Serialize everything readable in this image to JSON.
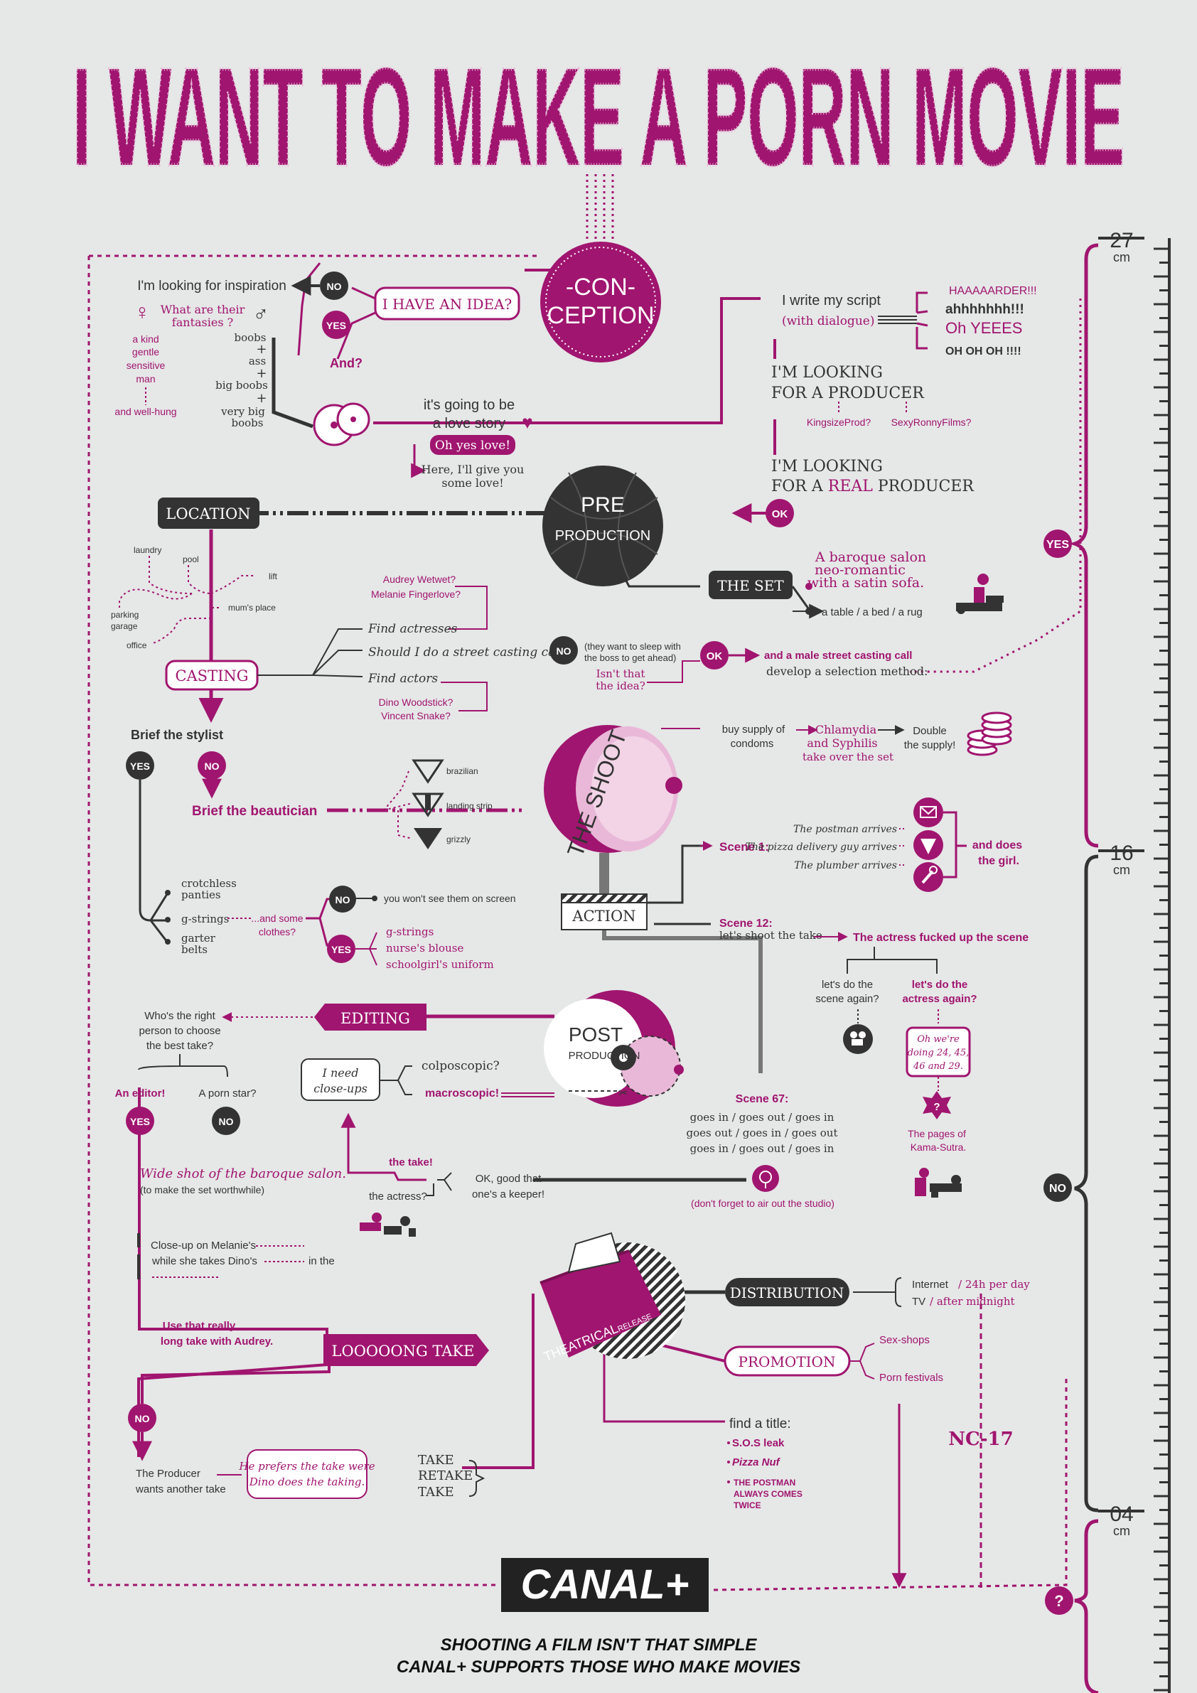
{
  "colors": {
    "magenta": "#a0156f",
    "dark": "#333333",
    "bg": "#e6e7e7",
    "pink": "#e9b8d8"
  },
  "title": "I WANT TO MAKE A PORN MOVIE",
  "stages": {
    "conception": [
      "-CON-",
      "CEPTION"
    ],
    "preproduction": [
      "PRE",
      "PRODUCTION"
    ],
    "shoot": "THE SHOOT",
    "post": [
      "POST",
      "PRODUCTION"
    ],
    "release": [
      "THEATRICAL",
      "RELEASE"
    ]
  },
  "conception": {
    "idea": "I HAVE AN IDEA?",
    "no": "NO",
    "yes": "YES",
    "and": "And?",
    "inspiration": "I'm looking for inspiration",
    "fantasies": [
      "What are their",
      "fantasies ?"
    ],
    "female_traits": [
      "a kind",
      "gentle",
      "sensitive",
      "man",
      "and well-hung"
    ],
    "male_list": [
      "boobs",
      "+",
      "ass",
      "+",
      "big boobs",
      "+",
      "very big",
      "boobs"
    ],
    "love_story": [
      "it's going to be",
      "a love story"
    ],
    "oh_yes": "Oh yes love!",
    "here": [
      "Here, I'll give you",
      "some love!"
    ],
    "script": "I write my script",
    "dialogue": "(with dialogue)",
    "moans": [
      "HAAAAARDER!!!",
      "ahhhhhhh!!!",
      "Oh YEEES",
      "OH OH OH !!!!"
    ],
    "producer1": [
      "I'M LOOKING",
      "FOR A PRODUCER"
    ],
    "prods": [
      "KingsizeProd?",
      "SexyRonnyFilms?"
    ],
    "producer2_a": "I'M LOOKING",
    "producer2_b": "FOR A ",
    "producer2_real": "REAL",
    "producer2_c": " PRODUCER",
    "ok": "OK"
  },
  "pre": {
    "location": "LOCATION",
    "places": [
      "laundry",
      "pool",
      "lift",
      "parking",
      "garage",
      "mum's place",
      "office"
    ],
    "set": "THE SET",
    "set_desc": [
      "A baroque salon",
      "neo-romantic",
      "with a satin sofa."
    ],
    "set_alt": "a table / a bed / a rug",
    "actresses_names": [
      "Audrey Wetwet?",
      "Melanie Fingerlove?"
    ],
    "find_actresses": "Find actresses",
    "street": "Should I do a street casting call?",
    "find_actors": "Find actors",
    "actors_names": [
      "Dino Woodstick?",
      "Vincent Snake?"
    ],
    "casting": "CASTING",
    "no": "NO",
    "no_note": [
      "(they want to sleep with",
      "the boss to get ahead)"
    ],
    "isnt": [
      "Isn't that",
      "the idea?"
    ],
    "ok": "OK",
    "male_call": "and a male street casting call",
    "selection": "develop a selection method:"
  },
  "shoot": {
    "stylist": "Brief the stylist",
    "yes": "YES",
    "no": "NO",
    "beautician": "Brief the beautician",
    "styles": [
      "brazilian",
      "landing strip",
      "grizzly"
    ],
    "condoms": [
      "buy supply of",
      "condoms"
    ],
    "diseases": [
      "Chlamydia",
      "and Syphilis",
      "take over the set"
    ],
    "double": [
      "Double",
      "the supply!"
    ],
    "arrivals": [
      "The postman arrives",
      "The pizza delivery guy arrives",
      "The plumber arrives"
    ],
    "scene1": "Scene 1:",
    "girl": [
      "and does",
      "the girl."
    ],
    "underwear": [
      "crotchless",
      "panties",
      "g-strings",
      "garter",
      "belts"
    ],
    "clothes": [
      "...and some",
      "clothes?"
    ],
    "no_screen": "you won't see them on screen",
    "yes_list": [
      "g-strings",
      "nurse's blouse",
      "schoolgirl's uniform"
    ],
    "action": "ACTION",
    "scene12": "Scene 12:",
    "shoot_take": "let's shoot the take",
    "fucked": "The actress fucked up the scene",
    "again1": [
      "let's do the",
      "scene again?"
    ],
    "again2": [
      "let's do the",
      "actress again?"
    ],
    "doing": [
      "Oh we're",
      "doing 24, 45,",
      "46 and 29."
    ],
    "kama": [
      "The pages of",
      "Kama-Sutra."
    ],
    "scene67": "Scene 67:",
    "goes": [
      "goes in / goes out / goes in",
      "goes out / goes in / goes out",
      "goes in / goes out / goes in"
    ],
    "air": "(don't forget to air out the studio)"
  },
  "post": {
    "editing": "EDITING",
    "who": [
      "Who's the right",
      "person to choose",
      "the best take?"
    ],
    "editor": "An editor!",
    "star": "A porn star?",
    "yes": "YES",
    "no": "NO",
    "closeups": [
      "I need",
      "close-ups"
    ],
    "colpo": "colposcopic?",
    "macro": "macroscopic!",
    "wide": "Wide shot of the baroque salon.",
    "wide_note": "(to make the set worthwhile)",
    "the_take": "the take!",
    "keeper": [
      "OK, good that",
      "one's a keeper!"
    ],
    "actress": "the actress?",
    "closeup_a": "Close-up on Melanie's",
    "closeup_b": "while she takes Dino's",
    "closeup_c": "in the",
    "use": [
      "Use that really",
      "long take with Audrey."
    ],
    "long": "LOOOOONG TAKE",
    "no2": "NO",
    "producer": [
      "The Producer",
      "wants another take"
    ],
    "prefers": [
      "He prefers the take were",
      "Dino does the taking."
    ],
    "takes": [
      "TAKE",
      "RETAKE",
      "TAKE"
    ]
  },
  "release": {
    "distribution": "DISTRIBUTION",
    "internet": "Internet",
    "internet_note": "/ 24h per day",
    "tv": "TV",
    "tv_note": "/ after midnight",
    "promotion": "PROMOTION",
    "sexshops": "Sex-shops",
    "festivals": "Porn festivals",
    "find_title": "find a title:",
    "titles": [
      "S.O.S leak",
      "Pizza Nuf",
      "THE POSTMAN",
      "ALWAYS COMES",
      "TWICE"
    ],
    "nc17": "NC-17"
  },
  "ruler": {
    "marks": [
      "27",
      "16",
      "04"
    ],
    "unit": "cm",
    "yes": "YES",
    "no": "NO",
    "q": "?"
  },
  "footer": {
    "logo": "CANAL+",
    "line1": "SHOOTING A FILM ISN'T THAT SIMPLE",
    "line2": "CANAL+ SUPPORTS THOSE WHO MAKE MOVIES"
  }
}
